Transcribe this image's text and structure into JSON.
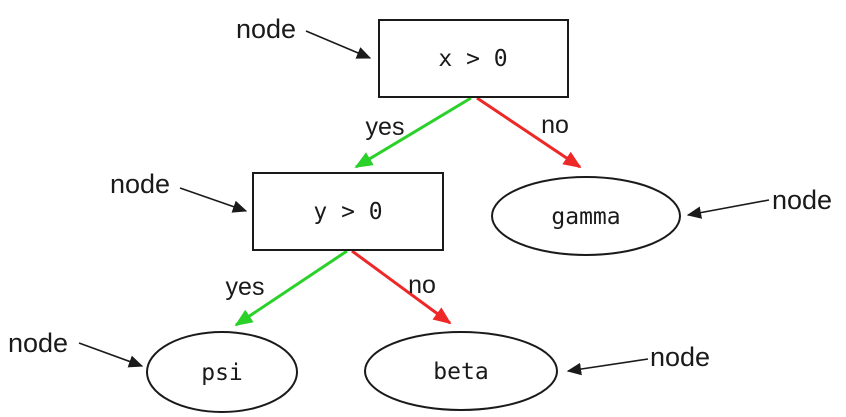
{
  "diagram": {
    "type": "decision-tree",
    "colors": {
      "background": "#ffffff",
      "line": "#1a1a1a",
      "yes_edge": "#29d129",
      "no_edge": "#ee2727"
    },
    "nodes": {
      "root": {
        "label": "x > 0",
        "shape": "rect"
      },
      "decision2": {
        "label": "y > 0",
        "shape": "rect"
      },
      "gamma": {
        "label": "gamma",
        "shape": "ellipse"
      },
      "psi": {
        "label": "psi",
        "shape": "ellipse"
      },
      "beta": {
        "label": "beta",
        "shape": "ellipse"
      }
    },
    "edges": {
      "root_yes": {
        "label": "yes",
        "color": "#29d129",
        "from": "root",
        "to": "decision2"
      },
      "root_no": {
        "label": "no",
        "color": "#ee2727",
        "from": "root",
        "to": "gamma"
      },
      "decision2_yes": {
        "label": "yes",
        "color": "#29d129",
        "from": "decision2",
        "to": "psi"
      },
      "decision2_no": {
        "label": "no",
        "color": "#ee2727",
        "from": "decision2",
        "to": "beta"
      }
    },
    "annotations": [
      {
        "label": "node",
        "target": "root"
      },
      {
        "label": "node",
        "target": "decision2"
      },
      {
        "label": "node",
        "target": "gamma"
      },
      {
        "label": "node",
        "target": "psi"
      },
      {
        "label": "node",
        "target": "beta"
      }
    ]
  }
}
